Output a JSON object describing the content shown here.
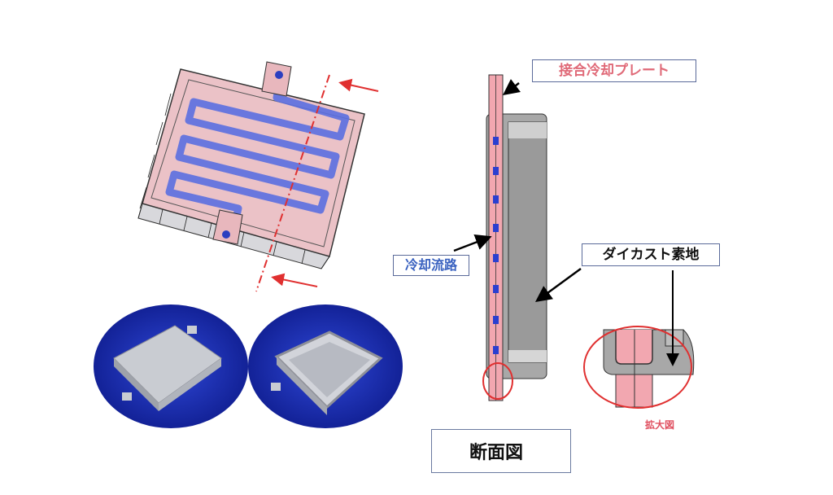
{
  "labels": {
    "bonded_plate": "接合冷却プレート",
    "cooling_channel": "冷却流路",
    "die_cast_base": "ダイカスト素地",
    "enlarged_view": "拡大図",
    "cross_section": "断面図"
  },
  "colors": {
    "plate_pink": "#f2a7b0",
    "channel_blue": "#5b6fe0",
    "label_red": "#e05060",
    "label_blue": "#3a62c0",
    "photo_bg": "#1c2fb8"
  }
}
